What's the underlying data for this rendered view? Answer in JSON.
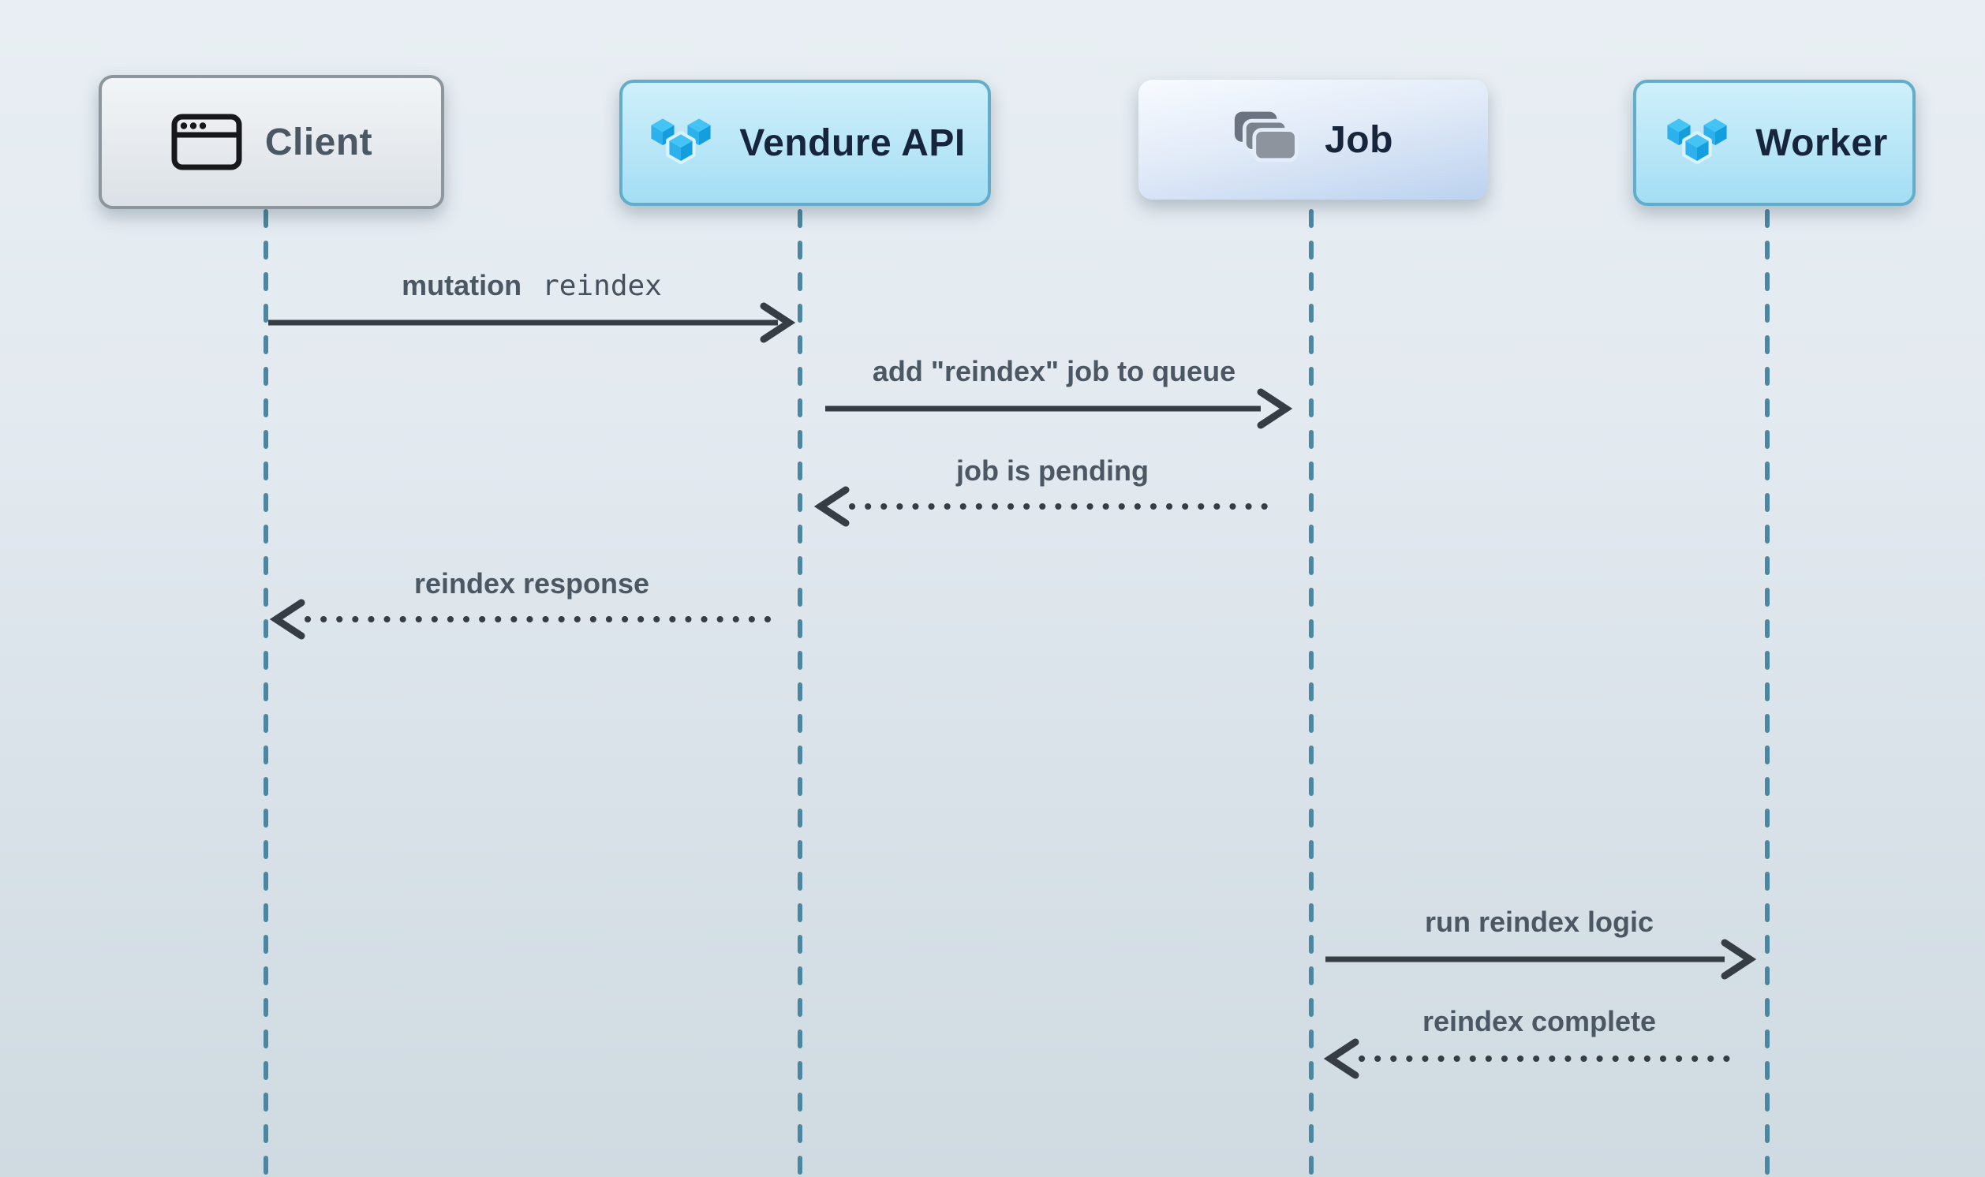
{
  "diagram": {
    "type": "sequence-diagram",
    "actors": [
      {
        "name": "Client",
        "icon": "browser-window-icon"
      },
      {
        "name": "Vendure API",
        "icon": "vendure-cubes-icon"
      },
      {
        "name": "Job",
        "icon": "stacked-cards-icon"
      },
      {
        "name": "Worker",
        "icon": "vendure-cubes-icon"
      }
    ],
    "messages": [
      {
        "from": "Client",
        "to": "Vendure API",
        "label": "mutation",
        "label_code": "reindex",
        "line_style": "solid",
        "direction": "right"
      },
      {
        "from": "Vendure API",
        "to": "Job",
        "label": "add \"reindex\" job to queue",
        "line_style": "solid",
        "direction": "right"
      },
      {
        "from": "Job",
        "to": "Vendure API",
        "label": "job is pending",
        "line_style": "dotted",
        "direction": "left"
      },
      {
        "from": "Vendure API",
        "to": "Client",
        "label": "reindex response",
        "line_style": "dotted",
        "direction": "left"
      },
      {
        "from": "Job",
        "to": "Worker",
        "label": "run reindex logic",
        "line_style": "solid",
        "direction": "right"
      },
      {
        "from": "Worker",
        "to": "Job",
        "label": "reindex complete",
        "line_style": "dotted",
        "direction": "left"
      }
    ],
    "colors": {
      "background_top": "#e8eef3",
      "background_bottom": "#cfdae1",
      "lifeline": "#4c87a1",
      "arrow": "#363d44",
      "message_text": "#4b5763",
      "client_box_border": "#8d969d",
      "client_text": "#4b5763",
      "blue_box_fill": "#b8e6f7",
      "blue_box_border": "#62adcb",
      "actor_text_dark": "#16243c",
      "vendure_blue_top": "#44c4f4",
      "vendure_blue_left": "#2cb1ec",
      "vendure_blue_right": "#159ede",
      "job_icon_gray": "#7a828c"
    }
  }
}
